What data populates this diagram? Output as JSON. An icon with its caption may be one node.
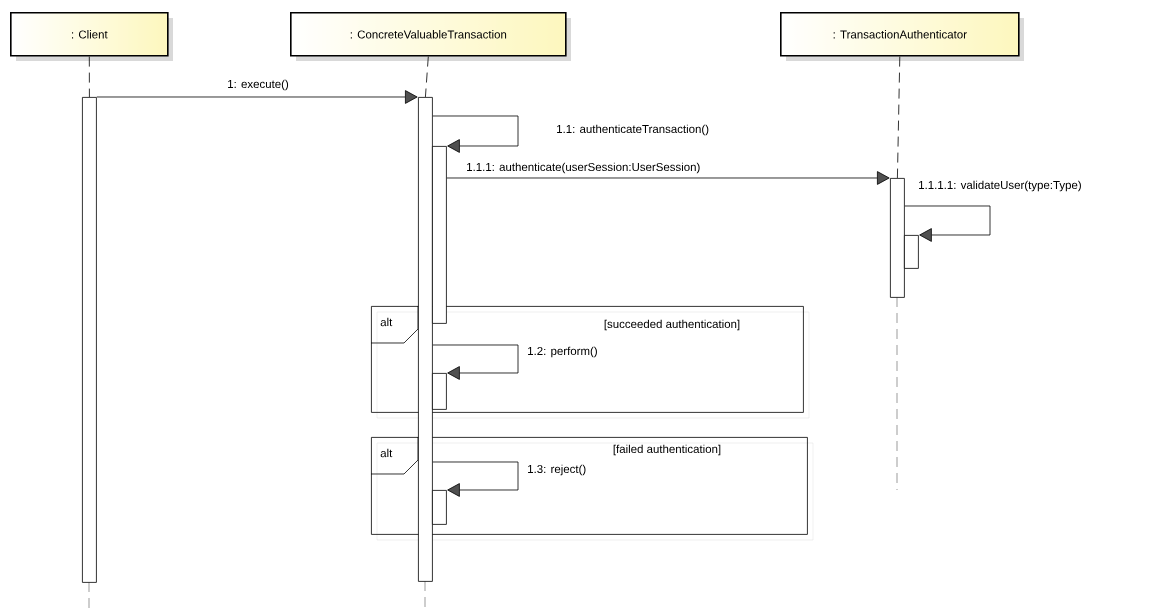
{
  "diagram": {
    "nodes": [
      {
        "text": [
          ": Client"
        ]
      },
      {
        "text": [
          ": ConcreteValuableTransaction"
        ]
      },
      {
        "text": [
          ": TransactionAuthenticator"
        ]
      },
      {
        "text": [
          "alt",
          "[succeeded authentication]"
        ]
      },
      {
        "text": [
          "alt",
          "[failed authentication]"
        ]
      },
      {
        "text": [],
        "shape": "bar"
      },
      {
        "text": [],
        "shape": "bar"
      },
      {
        "text": [],
        "shape": "bar"
      },
      {
        "text": [],
        "shape": "bar"
      },
      {
        "text": [],
        "shape": "bar"
      },
      {
        "text": [],
        "shape": "bar",
        "in": 3
      },
      {
        "text": [],
        "shape": "bar",
        "in": 4
      }
    ],
    "edges": [
      {
        "from": 5,
        "to": 6,
        "arrow": "to",
        "label": "1: execute()"
      },
      {
        "from": 6,
        "to": 7,
        "arrow": "to",
        "label": "1.1: authenticateTransaction()"
      },
      {
        "from": 7,
        "to": 8,
        "arrow": "to",
        "label": "1.1.1: authenticate(userSession:UserSession)"
      },
      {
        "from": 8,
        "to": 9,
        "arrow": "to",
        "label": "1.1.1.1: validateUser(type:Type)"
      },
      {
        "from": 6,
        "to": 10,
        "arrow": "to",
        "label": "1.2: perform()"
      },
      {
        "from": 6,
        "to": 11,
        "arrow": "to",
        "label": "1.3: reject()"
      },
      {
        "from": 0,
        "to": 5,
        "arrow": "none",
        "style": "dashed"
      },
      {
        "from": 1,
        "to": 6,
        "arrow": "none",
        "style": "dashed"
      },
      {
        "from": 2,
        "to": 8,
        "arrow": "none",
        "style": "dashed"
      }
    ]
  }
}
